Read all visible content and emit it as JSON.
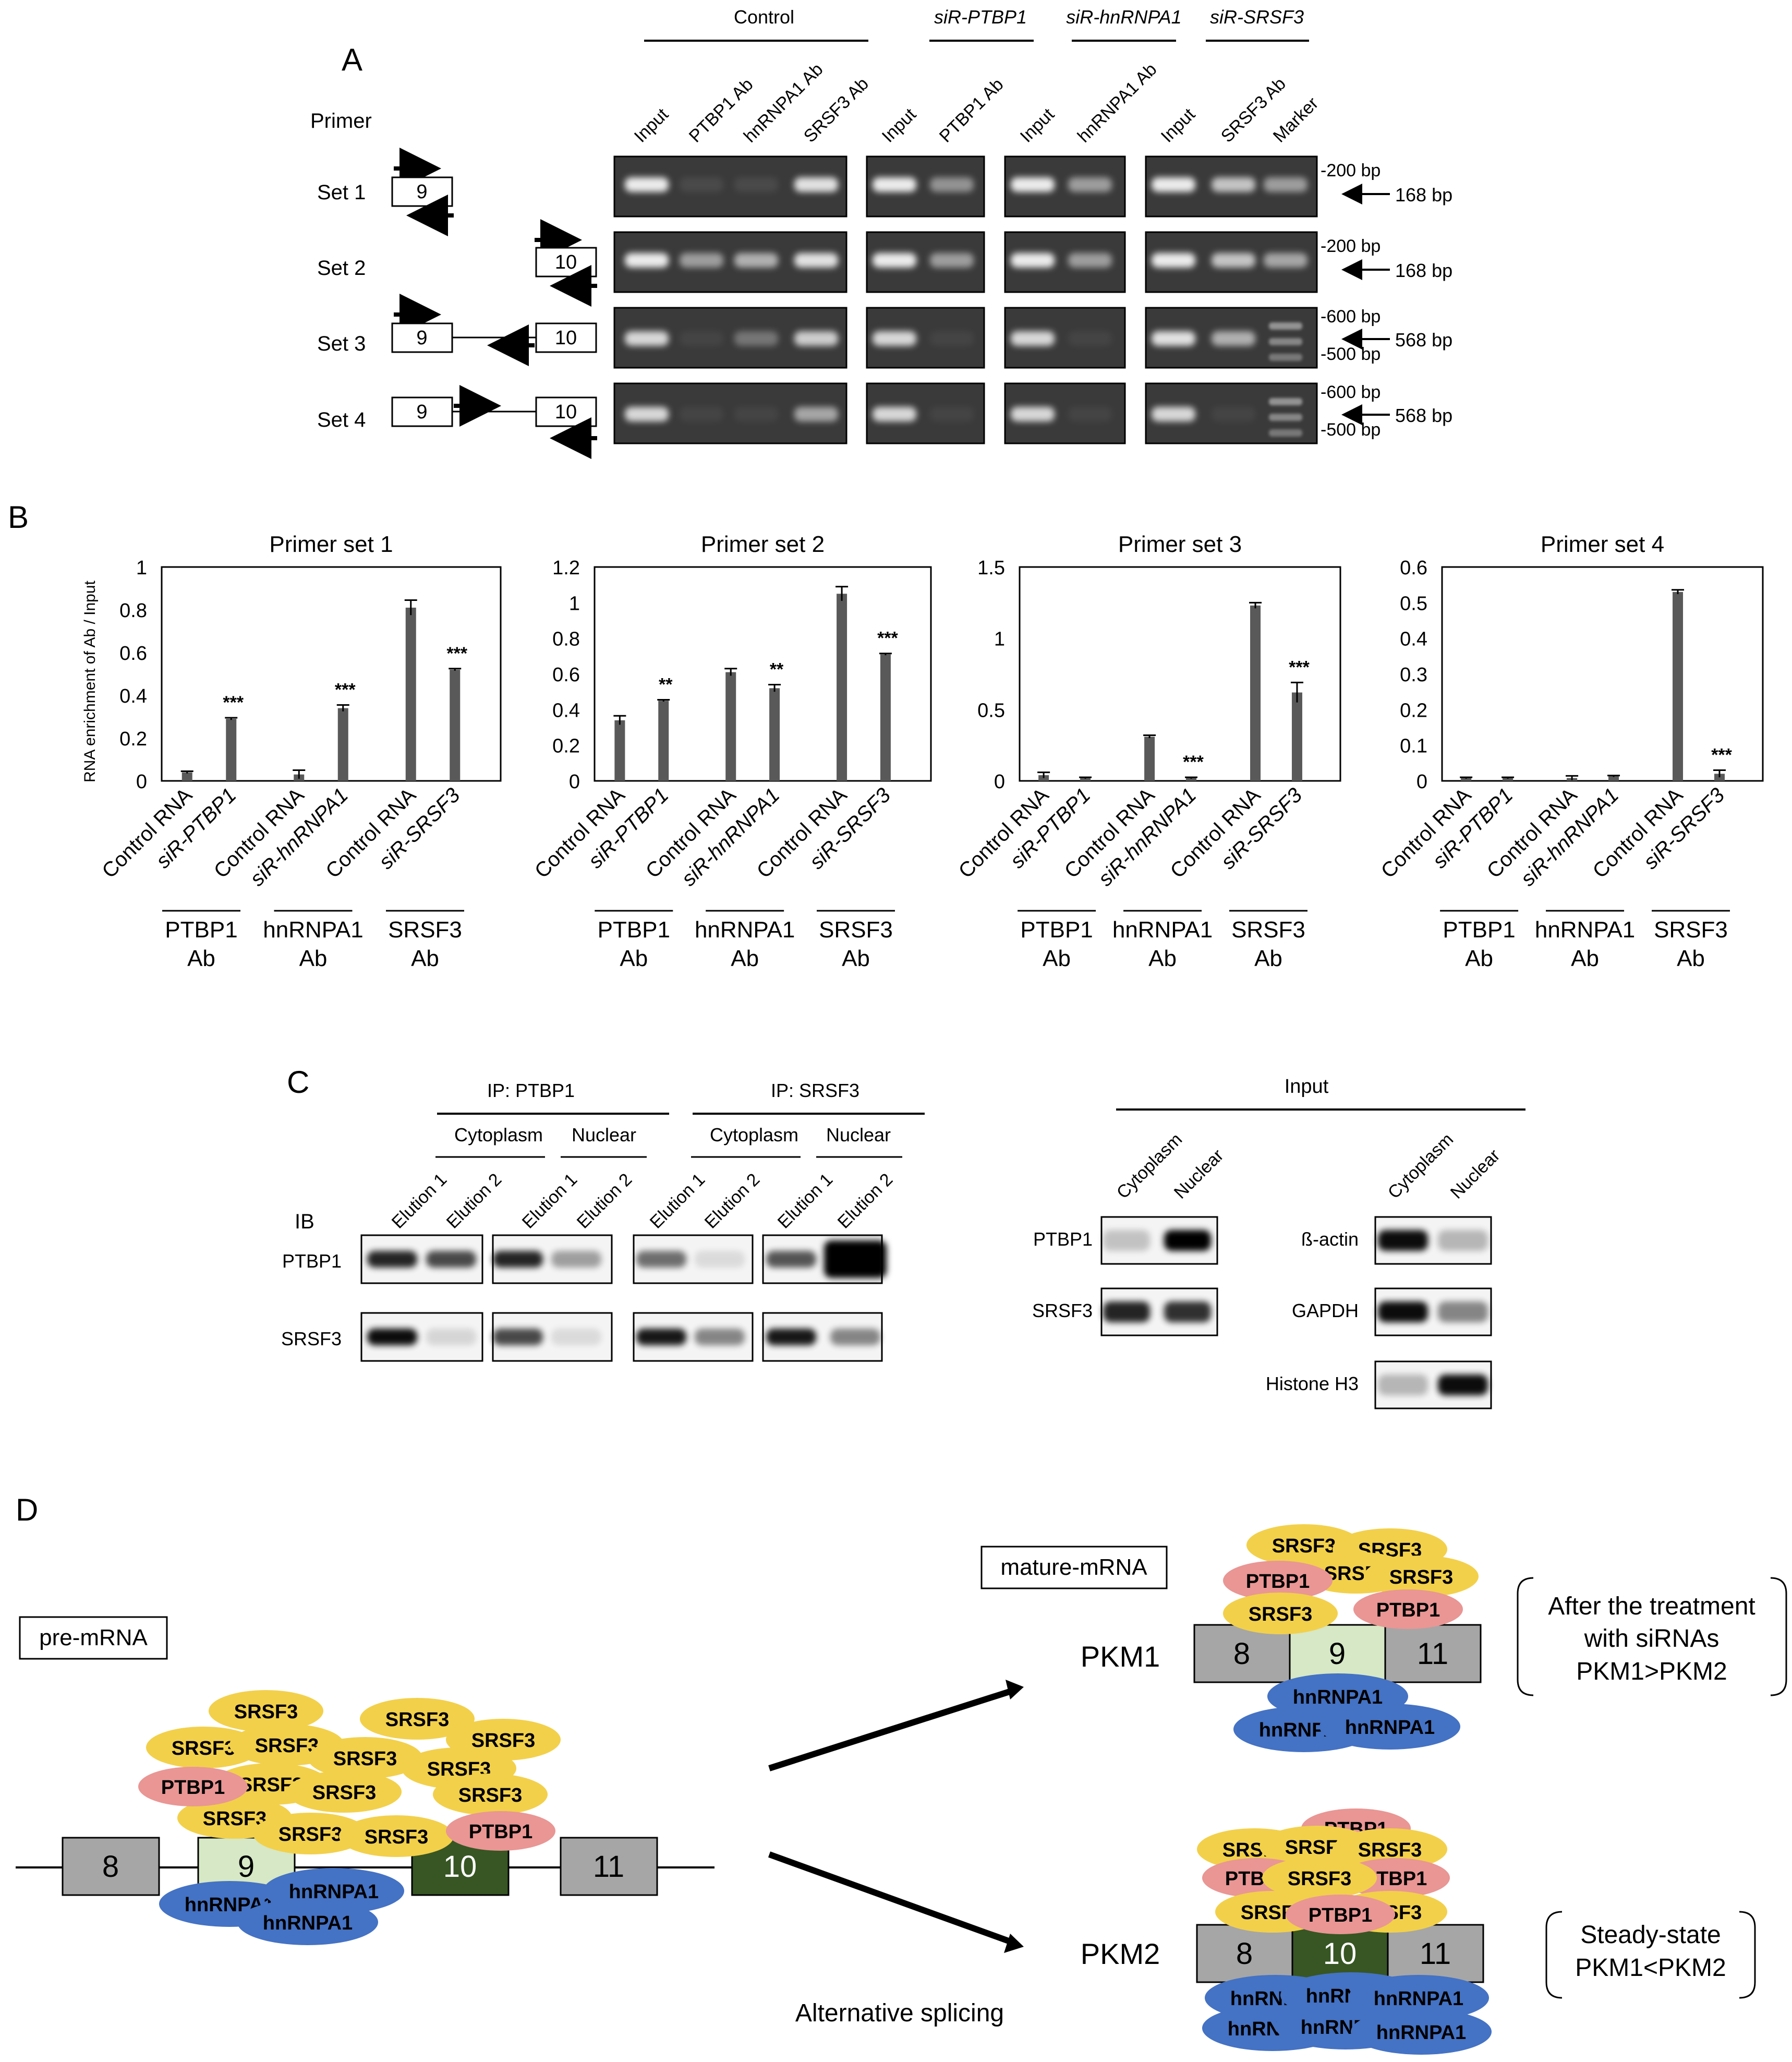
{
  "panel_a": {
    "letter": "A",
    "primer_label": "Primer",
    "group_labels": [
      "Control",
      "siR-PTBP1",
      "siR-hnRNPA1",
      "siR-SRSF3"
    ],
    "lanes": {
      "control": [
        "Input",
        "PTBP1 Ab",
        "hnRNPA1 Ab",
        "SRSF3 Ab"
      ],
      "siptbp1": [
        "Input",
        "PTBP1 Ab"
      ],
      "sihnrnpa1": [
        "Input",
        "hnRNPA1 Ab"
      ],
      "sisrsf3": [
        "Input",
        "SRSF3 Ab",
        "Marker"
      ]
    },
    "rows": [
      {
        "label": "Set 1",
        "marker_top": "-200 bp",
        "marker_bottom": "",
        "size": "168 bp",
        "bands": {
          "control": [
            0.9,
            0.08,
            0.08,
            0.85
          ],
          "siptbp1": [
            0.9,
            0.45
          ],
          "sihnrnpa1": [
            0.9,
            0.5
          ],
          "sisrsf3": [
            0.9,
            0.7,
            0.5
          ]
        }
      },
      {
        "label": "Set 2",
        "marker_top": "-200 bp",
        "marker_bottom": "",
        "size": "168 bp",
        "bands": {
          "control": [
            0.9,
            0.5,
            0.6,
            0.85
          ],
          "siptbp1": [
            0.9,
            0.5
          ],
          "sihnrnpa1": [
            0.9,
            0.5
          ],
          "sisrsf3": [
            0.9,
            0.7,
            0.55
          ]
        }
      },
      {
        "label": "Set 3",
        "marker_top": "-600 bp",
        "marker_bottom": "-500 bp",
        "size": "568 bp",
        "bands": {
          "control": [
            0.8,
            0.05,
            0.3,
            0.75
          ],
          "siptbp1": [
            0.8,
            0.05
          ],
          "sihnrnpa1": [
            0.8,
            0.05
          ],
          "sisrsf3": [
            0.85,
            0.6,
            0.45
          ]
        }
      },
      {
        "label": "Set 4",
        "marker_top": "-600 bp",
        "marker_bottom": "-500 bp",
        "size": "568 bp",
        "bands": {
          "control": [
            0.8,
            0.05,
            0.05,
            0.55
          ],
          "siptbp1": [
            0.8,
            0.05
          ],
          "sihnrnpa1": [
            0.8,
            0.05
          ],
          "sisrsf3": [
            0.8,
            0.05,
            0.45
          ]
        }
      }
    ],
    "exons": {
      "e9": "9",
      "e10": "10"
    }
  },
  "panel_b": {
    "letter": "B"
  },
  "chart_data": [
    {
      "type": "bar",
      "title": "Primer set 1",
      "ylabel": "RNA enrichment of Ab / Input",
      "ylim": [
        0,
        1
      ],
      "yticks": [
        "0",
        "0.2",
        "0.4",
        "0.6",
        "0.8",
        "1"
      ],
      "categories": [
        "Control RNA",
        "siR-PTBP1",
        "Control RNA",
        "siR-hnRNPA1",
        "Control RNA",
        "siR-SRSF3"
      ],
      "values": [
        0.04,
        0.29,
        0.03,
        0.34,
        0.81,
        0.52
      ],
      "errors": [
        0.005,
        0.005,
        0.02,
        0.015,
        0.035,
        0.005
      ],
      "significance": [
        "",
        "***",
        "",
        "***",
        "",
        "***"
      ],
      "groups": [
        {
          "name": "PTBP1",
          "sub": "Ab"
        },
        {
          "name": "hnRNPA1",
          "sub": "Ab"
        },
        {
          "name": "SRSF3",
          "sub": "Ab"
        }
      ]
    },
    {
      "type": "bar",
      "title": "Primer set 2",
      "ylabel": "",
      "ylim": [
        0,
        1.2
      ],
      "yticks": [
        "0",
        "0.2",
        "0.4",
        "0.6",
        "0.8",
        "1",
        "1.2"
      ],
      "categories": [
        "Control RNA",
        "siR-PTBP1",
        "Control RNA",
        "siR-hnRNPA1",
        "Control RNA",
        "siR-SRSF3"
      ],
      "values": [
        0.34,
        0.45,
        0.61,
        0.52,
        1.05,
        0.71
      ],
      "errors": [
        0.025,
        0.005,
        0.02,
        0.02,
        0.04,
        0.005
      ],
      "significance": [
        "",
        "**",
        "",
        "**",
        "",
        "***"
      ],
      "groups": [
        {
          "name": "PTBP1",
          "sub": "Ab"
        },
        {
          "name": "hnRNPA1",
          "sub": "Ab"
        },
        {
          "name": "SRSF3",
          "sub": "Ab"
        }
      ]
    },
    {
      "type": "bar",
      "title": "Primer set 3",
      "ylabel": "",
      "ylim": [
        0,
        1.5
      ],
      "yticks": [
        "0",
        "0.5",
        "1",
        "1.5"
      ],
      "categories": [
        "Control RNA",
        "siR-PTBP1",
        "Control RNA",
        "siR-hnRNPA1",
        "Control RNA",
        "siR-SRSF3"
      ],
      "values": [
        0.04,
        0.02,
        0.31,
        0.02,
        1.23,
        0.62
      ],
      "errors": [
        0.02,
        0.005,
        0.01,
        0.005,
        0.02,
        0.07
      ],
      "significance": [
        "",
        "",
        "",
        "***",
        "",
        "***"
      ],
      "groups": [
        {
          "name": "PTBP1",
          "sub": "Ab"
        },
        {
          "name": "hnRNPA1",
          "sub": "Ab"
        },
        {
          "name": "SRSF3",
          "sub": "Ab"
        }
      ]
    },
    {
      "type": "bar",
      "title": "Primer set 4",
      "ylabel": "",
      "ylim": [
        0,
        0.6
      ],
      "yticks": [
        "0",
        "0.1",
        "0.2",
        "0.3",
        "0.4",
        "0.5",
        "0.6"
      ],
      "categories": [
        "Control RNA",
        "siR-PTBP1",
        "Control RNA",
        "siR-hnRNPA1",
        "Control RNA",
        "siR-SRSF3"
      ],
      "values": [
        0.008,
        0.008,
        0.008,
        0.013,
        0.53,
        0.02
      ],
      "errors": [
        0.002,
        0.002,
        0.006,
        0.002,
        0.006,
        0.01
      ],
      "significance": [
        "",
        "",
        "",
        "",
        "",
        "***"
      ],
      "groups": [
        {
          "name": "PTBP1",
          "sub": "Ab"
        },
        {
          "name": "hnRNPA1",
          "sub": "Ab"
        },
        {
          "name": "SRSF3",
          "sub": "Ab"
        }
      ]
    }
  ],
  "panel_c": {
    "letter": "C",
    "ip_labels": [
      "IP: PTBP1",
      "IP: SRSF3"
    ],
    "fraction_labels": [
      "Cytoplasm",
      "Nuclear"
    ],
    "elution_labels": [
      "Elution 1",
      "Elution 2"
    ],
    "ib_label": "IB",
    "rows": [
      {
        "label": "PTBP1",
        "bands": [
          [
            0.85,
            0.7
          ],
          [
            0.85,
            0.35
          ],
          [
            0.55,
            0.1
          ],
          [
            0.65,
            1.0
          ]
        ]
      },
      {
        "label": "SRSF3",
        "bands": [
          [
            0.95,
            0.12
          ],
          [
            0.7,
            0.1
          ],
          [
            0.9,
            0.45
          ],
          [
            0.9,
            0.45
          ]
        ]
      }
    ],
    "input_title": "Input",
    "input_lanes": [
      "Cytoplasm",
      "Nuclear"
    ],
    "input_left": [
      {
        "label": "PTBP1",
        "bands": [
          0.2,
          1.0
        ]
      },
      {
        "label": "SRSF3",
        "bands": [
          0.85,
          0.8
        ]
      }
    ],
    "input_right": [
      {
        "label": "ß-actin",
        "bands": [
          0.95,
          0.25
        ]
      },
      {
        "label": "GAPDH",
        "bands": [
          0.95,
          0.45
        ]
      },
      {
        "label": "Histone H3",
        "bands": [
          0.25,
          0.95
        ]
      }
    ]
  },
  "panel_d": {
    "letter": "D",
    "pre_mrna": "pre-mRNA",
    "mature_mrna": "mature-mRNA",
    "alt_splicing": "Alternative splicing",
    "pkm1": "PKM1",
    "pkm2": "PKM2",
    "exons": {
      "e8": "8",
      "e9": "9",
      "e10": "10",
      "e11": "11"
    },
    "note_pkm1": [
      "After the treatment",
      "with siRNAs",
      "PKM1>PKM2"
    ],
    "note_pkm2": [
      "Steady-state",
      "PKM1<PKM2"
    ],
    "proteins": {
      "srsf3": "SRSF3",
      "ptbp1": "PTBP1",
      "hnrnpa1": "hnRNPA1"
    },
    "colors": {
      "srsf3": "#f2d04a",
      "ptbp1": "#e99694",
      "hnrnpa1": "#4472c4",
      "exon_gray": "#a6a6a6",
      "exon9": "#d6e8c5",
      "exon10": "#375623"
    },
    "clusters": {
      "pre": [
        {
          "p": "srsf3",
          "t": "SRSF3"
        },
        {
          "p": "srsf3",
          "t": "SRSF3"
        },
        {
          "p": "srsf3",
          "t": "SRSF3"
        },
        {
          "p": "srsf3",
          "t": "SRSF3"
        },
        {
          "p": "srsf3",
          "t": "SRSF3"
        },
        {
          "p": "srsf3",
          "t": "SRSF3"
        },
        {
          "p": "srsf3",
          "t": "SRSF3"
        },
        {
          "p": "srsf3",
          "t": "SRSF3"
        },
        {
          "p": "srsf3",
          "t": "SRSF3"
        },
        {
          "p": "srsf3",
          "t": "SRSF3"
        },
        {
          "p": "srsf3",
          "t": "SRSF3"
        },
        {
          "p": "srsf3",
          "t": "SRSF3"
        },
        {
          "p": "srsf3",
          "t": "SRSF3"
        },
        {
          "p": "ptbp1",
          "t": "PTBP1"
        },
        {
          "p": "ptbp1",
          "t": "PTBP1"
        },
        {
          "p": "hnrnpa1",
          "t": "hnRNPA1"
        },
        {
          "p": "hnrnpa1",
          "t": "hnRNPA1"
        },
        {
          "p": "hnrnpa1",
          "t": "hnRNPA1"
        }
      ],
      "pkm1": [
        {
          "p": "srsf3",
          "t": "SRSF3"
        },
        {
          "p": "srsf3",
          "t": "SRSF3"
        },
        {
          "p": "srsf3",
          "t": "SRSF3"
        },
        {
          "p": "srsf3",
          "t": "SRSF3"
        },
        {
          "p": "ptbp1",
          "t": "PTBP1"
        },
        {
          "p": "ptbp1",
          "t": "PTBP1"
        },
        {
          "p": "srsf3",
          "t": "SRSF3"
        },
        {
          "p": "hnrnpa1",
          "t": "hnRNPA1"
        },
        {
          "p": "hnrnpa1",
          "t": "hnRNPA1"
        },
        {
          "p": "hnrnpa1",
          "t": "hnRNPA1"
        }
      ],
      "pkm2": [
        {
          "p": "ptbp1",
          "t": "PTBP1"
        },
        {
          "p": "srsf3",
          "t": "SRSF3"
        },
        {
          "p": "srsf3",
          "t": "SRSF3"
        },
        {
          "p": "srsf3",
          "t": "SRSF3"
        },
        {
          "p": "ptbp1",
          "t": "PTBP1"
        },
        {
          "p": "ptbp1",
          "t": "PTBP1"
        },
        {
          "p": "srsf3",
          "t": "SRSF3"
        },
        {
          "p": "srsf3",
          "t": "SRSF3"
        },
        {
          "p": "srsf3",
          "t": "SRSF3"
        },
        {
          "p": "ptbp1",
          "t": "PTBP1"
        },
        {
          "p": "hnrnpa1",
          "t": "hnRNPA1"
        },
        {
          "p": "hnrnpa1",
          "t": "hnRNPA1"
        },
        {
          "p": "hnrnpa1",
          "t": "hnRNPA1"
        },
        {
          "p": "hnrnpa1",
          "t": "hnRNPA1"
        },
        {
          "p": "hnrnpa1",
          "t": "hnRNPA1"
        },
        {
          "p": "hnrnpa1",
          "t": "hnRNPA1"
        }
      ]
    }
  }
}
